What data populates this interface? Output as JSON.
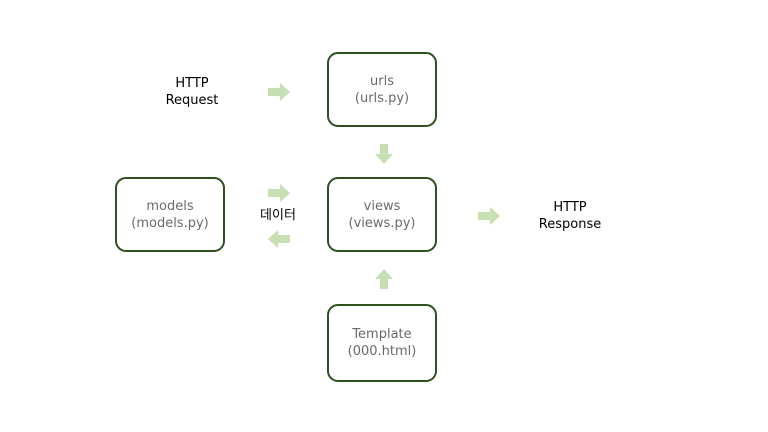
{
  "nodes": {
    "urls": {
      "line1": "urls",
      "line2": "(urls.py)"
    },
    "views": {
      "line1": "views",
      "line2": "(views.py)"
    },
    "models": {
      "line1": "models",
      "line2": "(models.py)"
    },
    "template": {
      "line1": "Template",
      "line2": "(000.html)"
    }
  },
  "labels": {
    "request_line1": "HTTP",
    "request_line2": "Request",
    "response_line1": "HTTP",
    "response_line2": "Response",
    "data": "데이터"
  },
  "colors": {
    "arrow": "#c6e0b4",
    "box_border": "#2f4f1f",
    "box_text": "#6a6a6a"
  }
}
